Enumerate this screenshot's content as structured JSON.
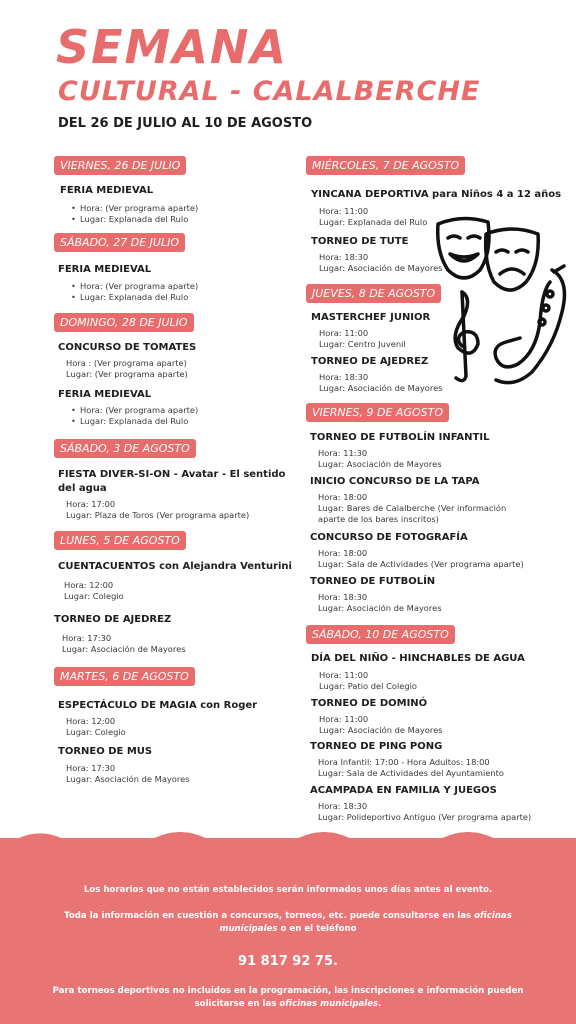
{
  "header": {
    "title": "SEMANA",
    "subtitle": "CULTURAL - CALALBERCHE",
    "dates": "DEL 26 DE JULIO AL 10 DE AGOSTO"
  },
  "left": {
    "d1": {
      "badge": "VIERNES, 26 DE JULIO",
      "e1": {
        "title": "FERIA MEDIEVAL",
        "l1": "Hora: (Ver programa aparte)",
        "l2": "Lugar: Explanada del Rulo"
      }
    },
    "d2": {
      "badge": "SÁBADO, 27 DE JULIO",
      "e1": {
        "title": "FERIA MEDIEVAL",
        "l1": "Hora: (Ver programa aparte)",
        "l2": "Lugar: Explanada del Rulo"
      }
    },
    "d3": {
      "badge": "DOMINGO, 28 DE JULIO",
      "e1": {
        "title": "CONCURSO DE TOMATES",
        "l1": "Hora : (Ver programa aparte)",
        "l2": "Lugar:  (Ver programa aparte)"
      },
      "e2": {
        "title": "FERIA MEDIEVAL",
        "l1": "Hora: (Ver programa aparte)",
        "l2": "Lugar: Explanada del Rulo"
      }
    },
    "d4": {
      "badge": "SÁBADO, 3 DE AGOSTO",
      "e1": {
        "title_a": "FIESTA DIVER-SI-ON - Avatar - El sentido",
        "title_b": "del agua",
        "l1": "Hora: 17:00",
        "l2": "Lugar: Plaza de Toros (Ver programa aparte)"
      }
    },
    "d5": {
      "badge": "LUNES, 5 DE AGOSTO",
      "e1": {
        "title": "CUENTACUENTOS con Alejandra Venturini",
        "l1": "Hora: 12:00",
        "l2": "Lugar: Colegio"
      },
      "e2": {
        "title": "TORNEO DE AJEDREZ",
        "l1": "Hora: 17:30",
        "l2": "Lugar: Asociación de Mayores"
      }
    },
    "d6": {
      "badge": "MARTES, 6 DE AGOSTO",
      "e1": {
        "title": "ESPECTÁCULO DE MAGIA con Roger",
        "l1": "Hora: 12:00",
        "l2": "Lugar: Colegio"
      },
      "e2": {
        "title": "TORNEO DE MUS",
        "l1": "Hora: 17:30",
        "l2": "Lugar: Asociación de Mayores"
      }
    }
  },
  "right": {
    "d1": {
      "badge": "MIÉRCOLES, 7 DE AGOSTO",
      "e1": {
        "title": "YINCANA DEPORTIVA para Niños 4 a 12 años",
        "l1": "Hora: 11:00",
        "l2": "Lugar: Explanada del Rulo"
      },
      "e2": {
        "title": "TORNEO DE TUTE",
        "l1": "Hora: 18:30",
        "l2": "Lugar: Asociación de Mayores"
      }
    },
    "d2": {
      "badge": "JUEVES, 8 DE AGOSTO",
      "e1": {
        "title": "MASTERCHEF JUNIOR",
        "l1": "Hora: 11:00",
        "l2": "Lugar: Centro Juvenil"
      },
      "e2": {
        "title": "TORNEO DE AJEDREZ",
        "l1": "Hora: 18:30",
        "l2": "Lugar: Asociación de Mayores"
      }
    },
    "d3": {
      "badge": "VIERNES, 9 DE AGOSTO",
      "e1": {
        "title": "TORNEO DE FUTBOLÍN INFANTIL",
        "l1": "Hora: 11:30",
        "l2": "Lugar: Asociación de Mayores"
      },
      "e2": {
        "title": "INICIO CONCURSO DE LA TAPA",
        "l1": "Hora: 18:00",
        "l2": "Lugar: Bares de Calalberche (Ver información",
        "l3": "aparte de los bares inscritos)"
      },
      "e3": {
        "title": "CONCURSO DE FOTOGRAFÍA",
        "l1": "Hora: 18:00",
        "l2": "Lugar: Sala de Actividades (Ver programa aparte)"
      },
      "e4": {
        "title": "TORNEO DE FUTBOLÍN",
        "l1": "Hora: 18:30",
        "l2": "Lugar: Asociación de Mayores"
      }
    },
    "d4": {
      "badge": "SÁBADO, 10 DE AGOSTO",
      "e1": {
        "title": "DÍA DEL NIÑO - HINCHABLES DE AGUA",
        "l1": "Hora: 11:00",
        "l2": "Lugar: Patio del Colegio"
      },
      "e2": {
        "title": "TORNEO DE DOMINÓ",
        "l1": "Hora: 11:00",
        "l2": "Lugar: Asociación de Mayores"
      },
      "e3": {
        "title": "TORNEO DE PING PONG",
        "l1": "Hora Infantil: 17:00 - Hora Adultos: 18:00",
        "l2": "Lugar: Sala de Actividades del Ayuntamiento"
      },
      "e4": {
        "title": "ACAMPADA EN FAMILIA Y JUEGOS",
        "l1": "Hora: 18:30",
        "l2": "Lugar: Polideportivo Antiguo (Ver programa aparte)"
      }
    }
  },
  "footer": {
    "p1": "Los horarios que no están establecidos serán informados unos días antes al evento.",
    "p2a": "Toda la información en cuestión a concursos, torneos, etc. puede consultarse en las",
    "p2b": "oficinas",
    "p2c": "municipales",
    "p2d": "o en el teléfono",
    "phone": "91 817 92 75.",
    "p3a": "Para torneos deportivos no incluidos en la programación, las inscripciones e información pueden",
    "p3b": "solicitarse en las",
    "p3c": "oficinas municipales",
    "p3d": "."
  },
  "colors": {
    "accent": "#e86c6c",
    "footer": "#e87474",
    "text": "#1e1e1e"
  },
  "icons": {
    "decoration": "theatre-masks-music-icon"
  }
}
